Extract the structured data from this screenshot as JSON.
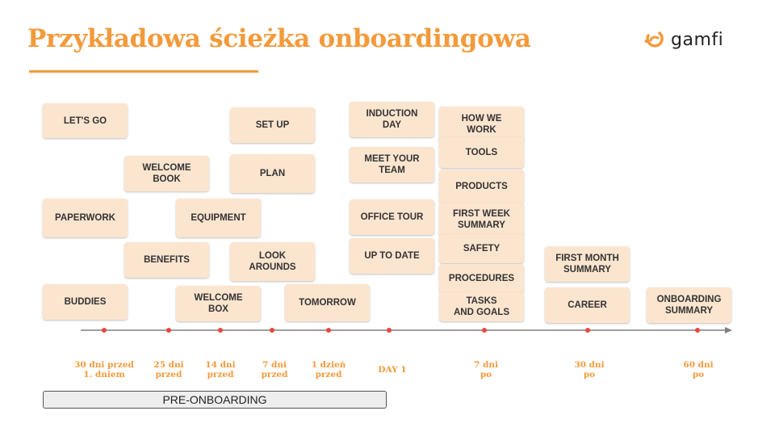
{
  "title": "Przykładowa ścieżka onboardingowa",
  "logo": {
    "text": "gamfi",
    "icon": "gamfi-logo-icon",
    "color": "#f39a3b"
  },
  "colors": {
    "accent": "#f39a3b",
    "box": "#fce5cf",
    "dot": "#e8463f",
    "axis": "#7f7f7f"
  },
  "boxes": [
    "LET'S GO",
    "PAPERWORK",
    "BUDDIES",
    "WELCOME\nBOOK",
    "BENEFITS",
    "EQUIPMENT",
    "WELCOME\nBOX",
    "SET UP",
    "PLAN",
    "LOOK\nAROUNDS",
    "TOMORROW",
    "INDUCTION\nDAY",
    "MEET YOUR\nTEAM",
    "OFFICE TOUR",
    "UP TO DATE",
    "HOW WE\nWORK",
    "TOOLS",
    "PRODUCTS",
    "FIRST WEEK\nSUMMARY",
    "SAFETY",
    "PROCEDURES",
    "TASKS\nAND GOALS",
    "FIRST MONTH\nSUMMARY",
    "CAREER",
    "ONBOARDING\nSUMMARY"
  ],
  "timeline": [
    "30 dni przed\n1. dniem",
    "25 dni\nprzed",
    "14 dni\nprzed",
    "7 dni\nprzed",
    "1 dzień\nprzed",
    "DAY 1",
    "7 dni\npo",
    "30 dni\npo",
    "60 dni\npo"
  ],
  "phase_label": "PRE-ONBOARDING"
}
